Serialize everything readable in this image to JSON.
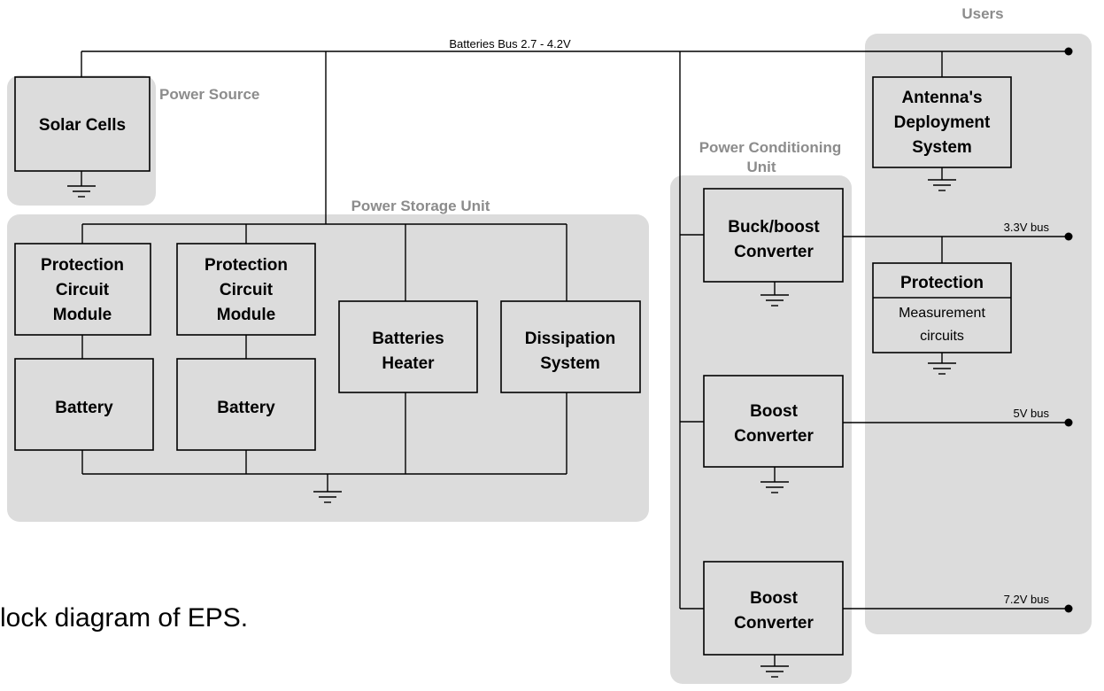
{
  "caption": "lock diagram of EPS.",
  "groups": {
    "power_source": "Power Source",
    "storage": "Power Storage Unit",
    "conditioning": [
      "Power Conditioning",
      "Unit"
    ],
    "users": "Users"
  },
  "buses": {
    "main": "Batteries Bus 2.7 - 4.2V",
    "v33": "3.3V bus",
    "v5": "5V bus",
    "v72": "7.2V bus"
  },
  "blocks": {
    "solar": [
      "Solar Cells"
    ],
    "pcm1": [
      "Protection",
      "Circuit",
      "Module"
    ],
    "pcm2": [
      "Protection",
      "Circuit",
      "Module"
    ],
    "battery1": [
      "Battery"
    ],
    "battery2": [
      "Battery"
    ],
    "heater": [
      "Batteries",
      "Heater"
    ],
    "dissipation": [
      "Dissipation",
      "System"
    ],
    "buckboost": [
      "Buck/boost",
      "Converter"
    ],
    "boost1": [
      "Boost",
      "Converter"
    ],
    "boost2": [
      "Boost",
      "Converter"
    ],
    "antenna": [
      "Antenna's",
      "Deployment",
      "System"
    ],
    "protection_title": "Protection",
    "measurement": [
      "Measurement",
      "circuits"
    ]
  }
}
